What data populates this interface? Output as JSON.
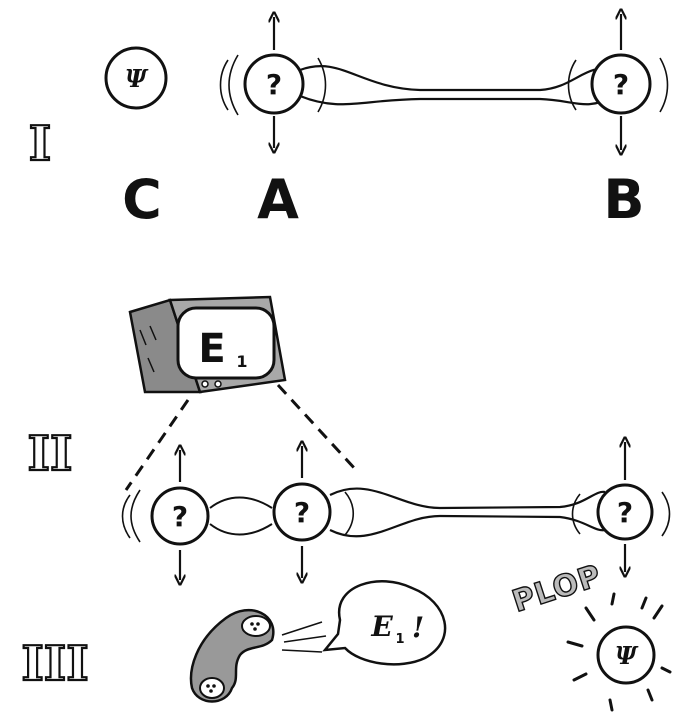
{
  "panels": [
    {
      "roman": "I"
    },
    {
      "roman": "II"
    },
    {
      "roman": "III"
    }
  ],
  "panel1": {
    "psi": "Ψ",
    "qa": "?",
    "qb": "?",
    "labels": {
      "c": "C",
      "a": "A",
      "b": "B"
    }
  },
  "panel2": {
    "screen_letter": "E",
    "screen_sub": "1",
    "q1": "?",
    "q2": "?",
    "q3": "?"
  },
  "panel3": {
    "bubble_letter": "E",
    "bubble_sub": "1",
    "bubble_excl": "!",
    "plop": "PLOP",
    "psi": "Ψ"
  }
}
